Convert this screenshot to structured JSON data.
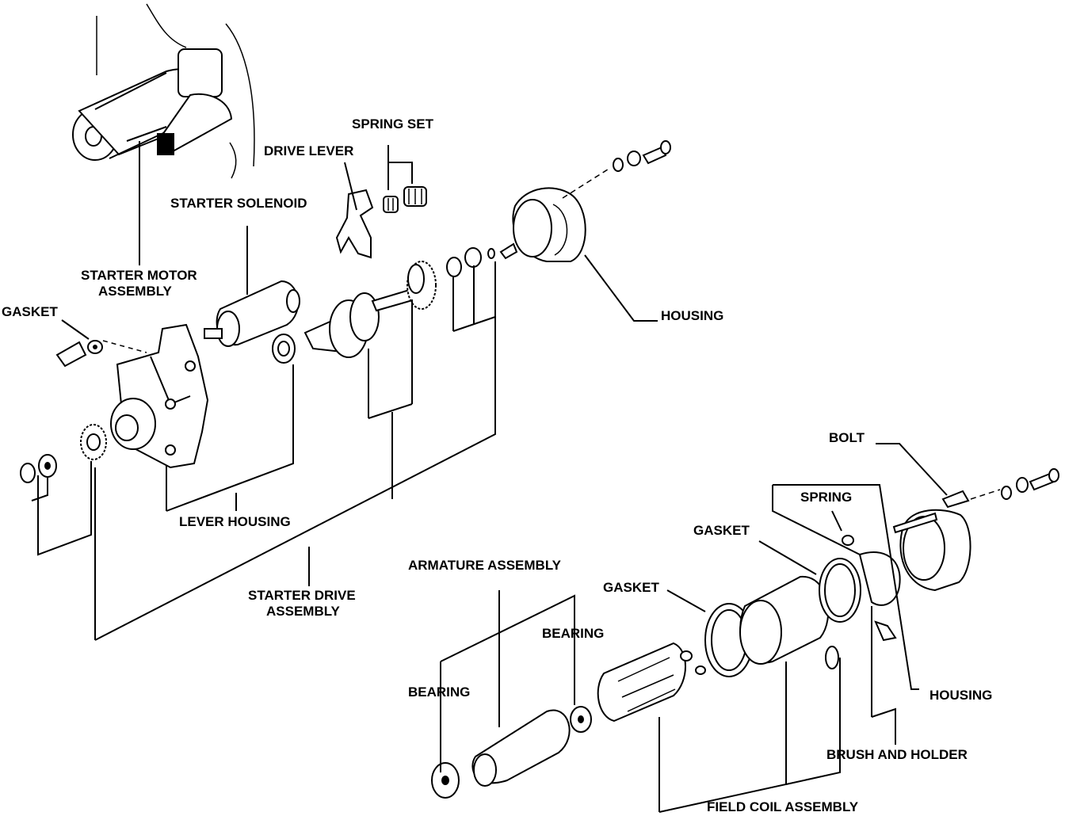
{
  "labels": {
    "spring_set": "SPRING SET",
    "drive_lever": "DRIVE LEVER",
    "starter_solenoid": "STARTER SOLENOID",
    "starter_motor_1": "STARTER MOTOR",
    "starter_motor_2": "ASSEMBLY",
    "gasket_top": "GASKET",
    "housing_top": "HOUSING",
    "lever_housing": "LEVER HOUSING",
    "starter_drive_1": "STARTER DRIVE",
    "starter_drive_2": "ASSEMBLY",
    "bolt": "BOLT",
    "spring": "SPRING",
    "gasket_right": "GASKET",
    "armature_assembly": "ARMATURE ASSEMBLY",
    "gasket_mid": "GASKET",
    "bearing_right": "BEARING",
    "bearing_left": "BEARING",
    "housing_bottom": "HOUSING",
    "brush_and_holder": "BRUSH AND HOLDER",
    "field_coil_assembly": "FIELD COIL ASSEMBLY"
  }
}
